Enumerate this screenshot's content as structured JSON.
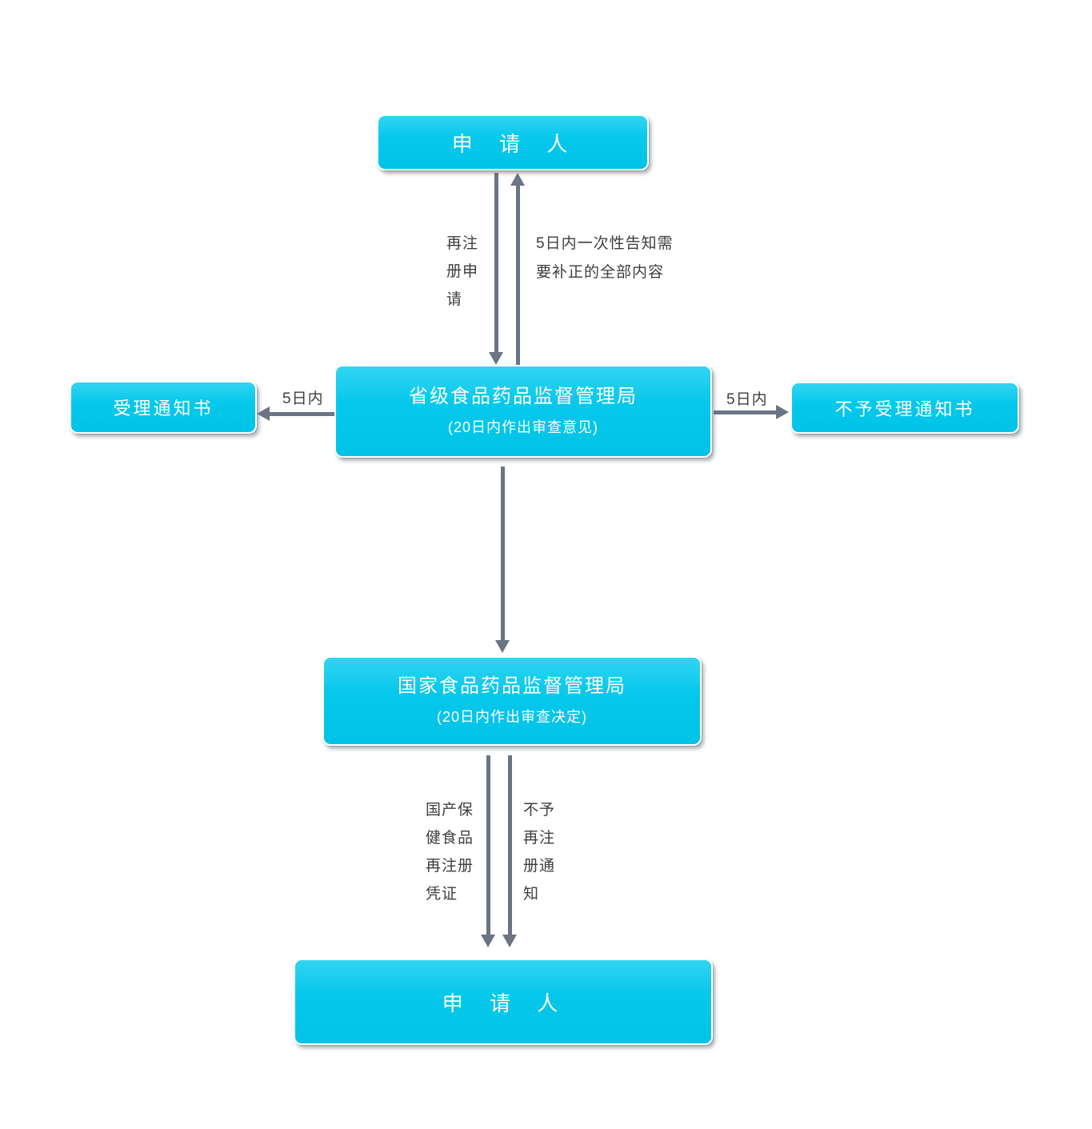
{
  "colors": {
    "background": "#ffffff",
    "node_fill": "#00c6ea",
    "node_fill_top": "#33d4f2",
    "node_border": "#ffffff",
    "node_text": "#ffffff",
    "arrow": "#6b7484",
    "label_text": "#3e3e3e"
  },
  "nodes": {
    "applicant_top": {
      "label": "申 请 人"
    },
    "provincial": {
      "title": "省级食品药品监督管理局",
      "subtitle": "(20日内作出审查意见)"
    },
    "acceptance_notice": {
      "label": "受理通知书"
    },
    "rejection_notice": {
      "label": "不予受理通知书"
    },
    "national": {
      "title": "国家食品药品监督管理局",
      "subtitle": "(20日内作出审查决定)"
    },
    "applicant_bottom": {
      "label": "申 请 人"
    }
  },
  "edge_labels": {
    "reregistration_application": {
      "lines": [
        "再注",
        "册申",
        "请"
      ]
    },
    "correction_notification": {
      "lines": [
        "5日内一次性告知需",
        "要补正的全部内容"
      ]
    },
    "within_5_days_left": "5日内",
    "within_5_days_right": "5日内",
    "certificate": {
      "lines": [
        "国产保",
        "健食品",
        "再注册",
        "凭证"
      ]
    },
    "non_renewal": {
      "lines": [
        "不予",
        "再注",
        "册通",
        "知"
      ]
    }
  }
}
